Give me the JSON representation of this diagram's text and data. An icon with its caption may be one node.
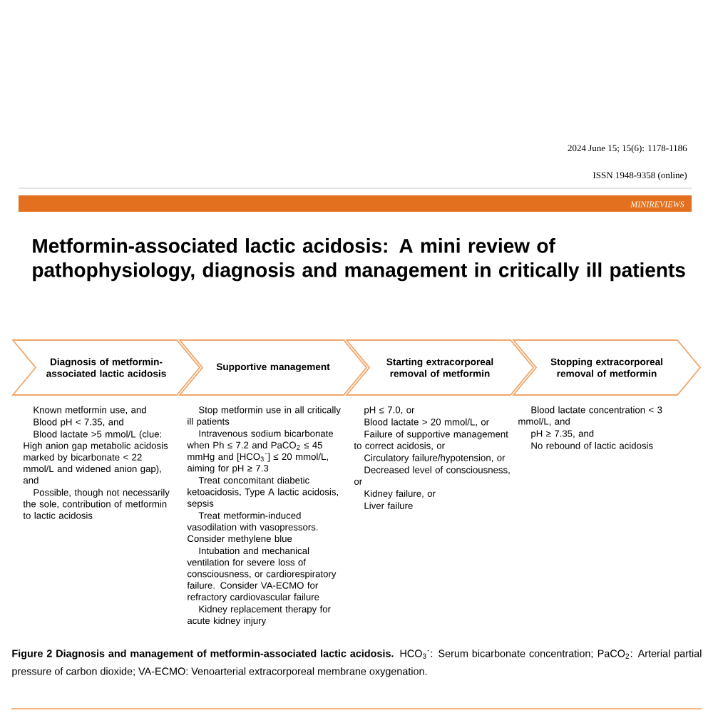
{
  "diagram": {
    "title": "Metformin-associated lactic acidosis: A mini review of pathophysiology, diagnosis and management in critically ill patients",
    "caption": "**Figure 2 Diagnosis and management of metformin-associated lactic acidosis.** HCO$_{3}$$^{-}$: Serum bicarbonate concentration; PaCO$_{2}$: Arterial partial pressure of carbon dioxide; VA-ECMO: Venoarterial extracorporeal membrane oxygenation.",
    "nodes": [
      {
        "text": [
          "Diagnosis of metformin-associated lactic acidosis"
        ],
        "beside": [
          "Known metformin use, and",
          "Blood pH < 7.35, and",
          "Blood lactate >5 mmol/L (clue: High anion gap metabolic acidosis marked by bicarbonate < 22 mmol/L and widened anion gap), and",
          "Possible, though not necessarily the sole, contribution of metformin to lactic acidosis"
        ]
      },
      {
        "text": [
          "Supportive management"
        ],
        "beside": [
          "Stop metformin use in all critically ill patients",
          "Intravenous sodium bicarbonate when Ph ≤ 7.2 and PaCO$_{2}$ ≤ 45 mmHg and [HCO$_{3}$$^{-}$] ≤ 20 mmol/L, aiming for pH ≥ 7.3",
          "Treat concomitant diabetic ketoacidosis, Type A lactic acidosis, sepsis",
          "Treat metformin-induced vasodilation with vasopressors. Consider methylene blue",
          "Intubation and mechanical ventilation for severe loss of consciousness, or cardiorespiratory failure. Consider VA-ECMO for refractory cardiovascular failure",
          "Kidney replacement therapy for acute kidney injury"
        ]
      },
      {
        "text": [
          "Starting extracorporeal removal of metformin"
        ],
        "beside": [
          "pH ≤ 7.0, or",
          "Blood lactate > 20 mmol/L, or",
          "Failure of supportive management to correct acidosis, or",
          "Circulatory failure/hypotension, or",
          "Decreased level of consciousness, or",
          "Kidney failure, or",
          "Liver failure"
        ]
      },
      {
        "text": [
          "Stopping extracorporeal removal of metformin"
        ],
        "beside": [
          "Blood lactate concentration < 3 mmol/L, and",
          "pH ≥ 7.35, and",
          "No rebound of lactic acidosis"
        ]
      }
    ],
    "labels": [
      "2024 June 15; 15(6): 1178-1186",
      "ISSN 1948-9358 (online)",
      "MINIREVIEWS"
    ]
  }
}
